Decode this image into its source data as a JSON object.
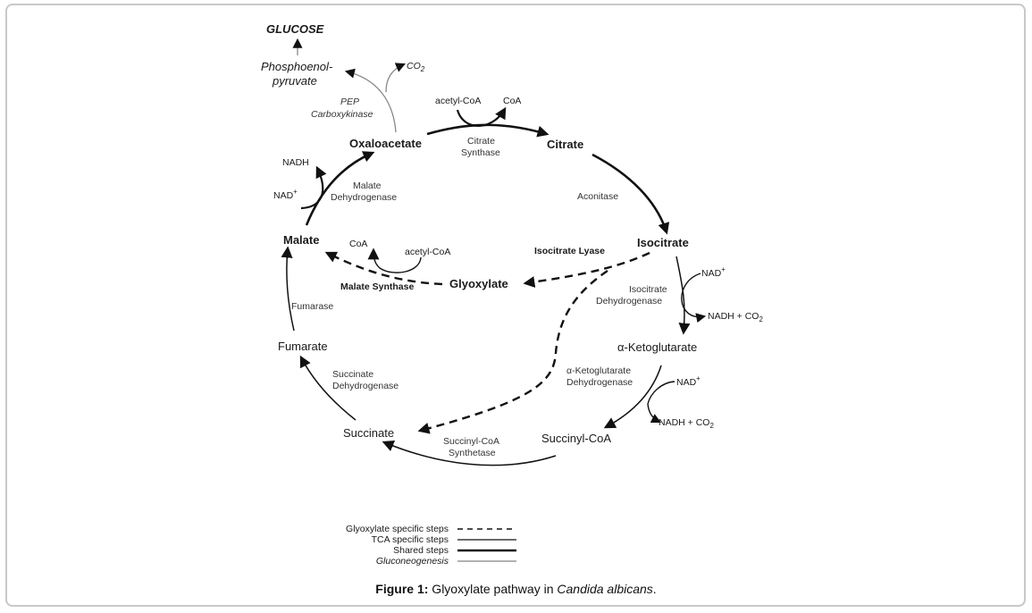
{
  "figure": {
    "caption": {
      "label": "Figure 1:",
      "text": " Glyoxylate pathway in ",
      "species": "Candida albicans",
      "end": "."
    }
  },
  "metabolites": {
    "glucose": "GLUCOSE",
    "pep_line1": "Phosphoenol-",
    "pep_line2": "pyruvate",
    "oxaloacetate": "Oxaloacetate",
    "citrate": "Citrate",
    "isocitrate": "Isocitrate",
    "akg": "α-Ketoglutarate",
    "succinyl_coa": "Succinyl-CoA",
    "succinate": "Succinate",
    "fumarate": "Fumarate",
    "malate": "Malate",
    "glyoxylate": "Glyoxylate"
  },
  "enzymes": {
    "pepck_line1": "PEP",
    "pepck_line2": "Carboxykinase",
    "cs_line1": "Citrate",
    "cs_line2": "Synthase",
    "aconitase": "Aconitase",
    "icl": "Isocitrate Lyase",
    "idh_line1": "Isocitrate",
    "idh_line2": "Dehydrogenase",
    "akgdh_line1": "α-Ketoglutarate",
    "akgdh_line2": "Dehydrogenase",
    "scs_line1": "Succinyl-CoA",
    "scs_line2": "Synthetase",
    "sdh_line1": "Succinate",
    "sdh_line2": "Dehydrogenase",
    "fumarase": "Fumarase",
    "mdh_line1": "Malate",
    "mdh_line2": "Dehydrogenase",
    "ms": "Malate Synthase"
  },
  "cofactors": {
    "co2": "CO",
    "co2_sub": "2",
    "acetyl_coa_cs": "acetyl-CoA",
    "coa_cs": "CoA",
    "acetyl_coa_ms": "acetyl-CoA",
    "coa_ms": "CoA",
    "nadh_mdh": "NADH",
    "nad_mdh": "NAD",
    "nad_plus": "+",
    "nad_idh": "NAD",
    "nadh_co2_idh": "NADH + CO",
    "nad_akgdh": "NAD",
    "nadh_co2_akgdh": "NADH + CO"
  },
  "legend": [
    {
      "label": "Glyoxylate specific steps",
      "style": "dashed"
    },
    {
      "label": "TCA specific steps",
      "style": "thin"
    },
    {
      "label": "Shared steps",
      "style": "thick"
    },
    {
      "label": "Gluconeogenesis",
      "style": "gray"
    }
  ]
}
